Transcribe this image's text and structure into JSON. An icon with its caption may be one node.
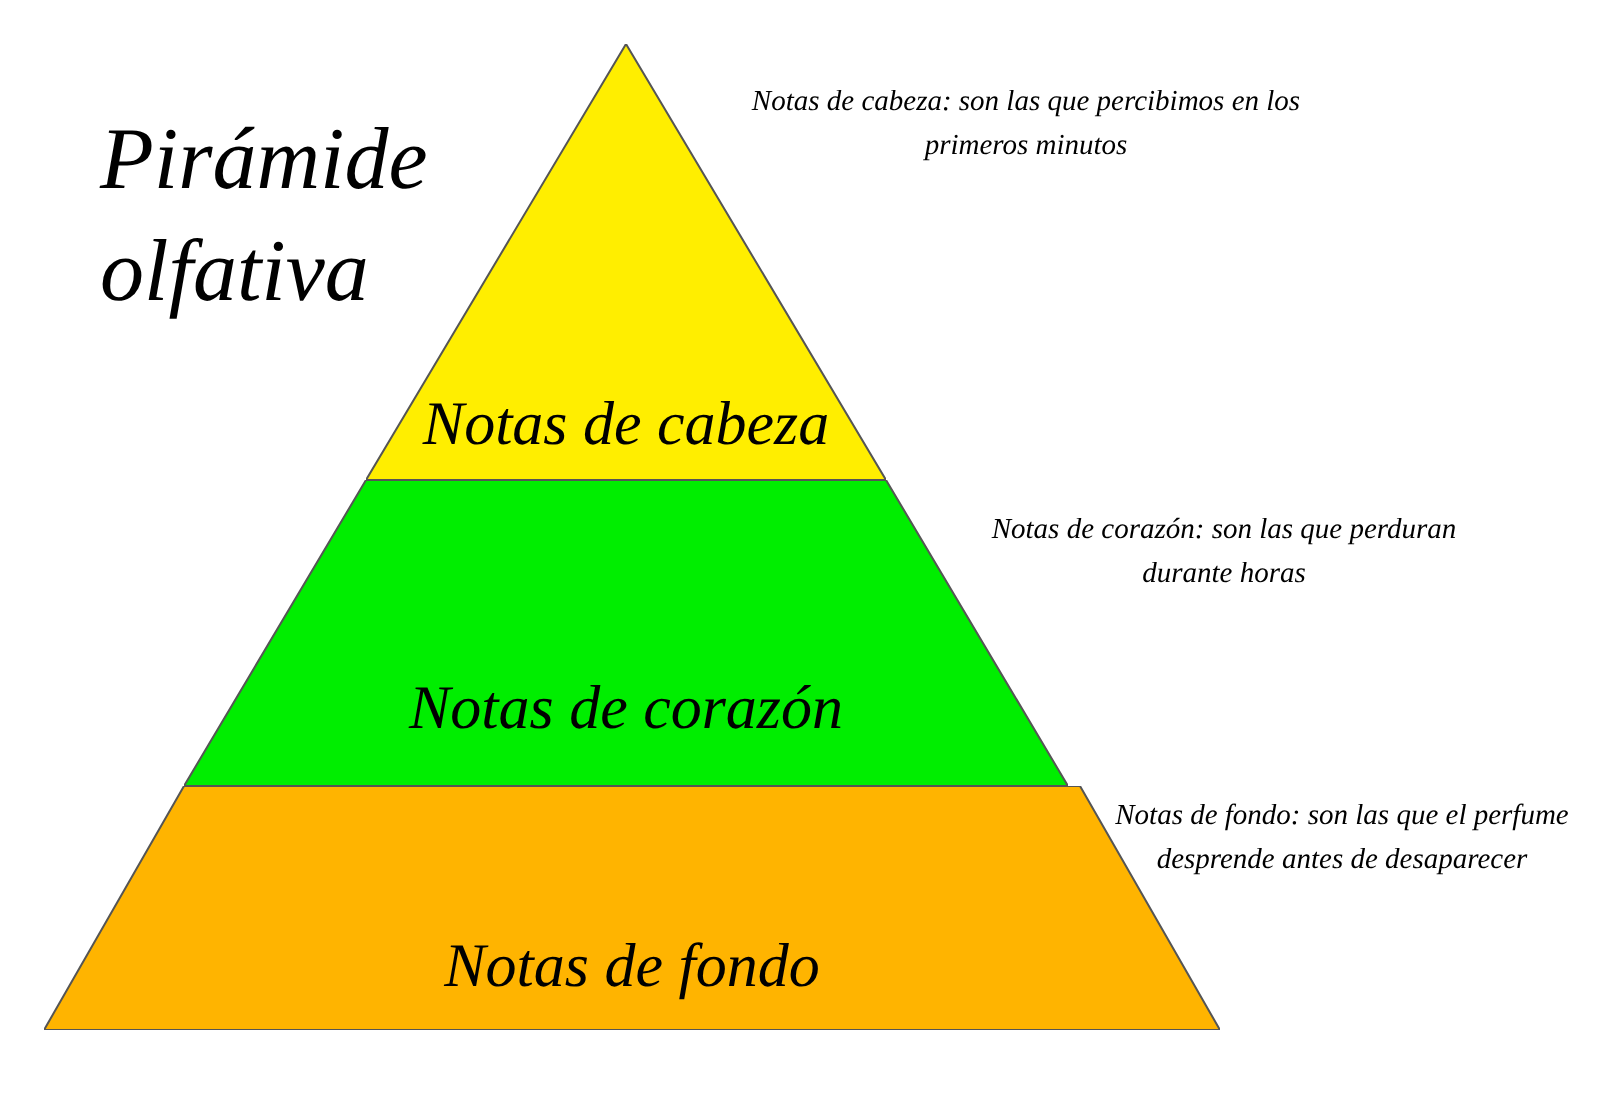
{
  "diagram": {
    "title": "Pirámide olfativa",
    "nodes": [
      {
        "text": [
          "Notas de cabeza"
        ],
        "beside": [
          "Notas de cabeza: son las que percibimos en los primeros minutos"
        ]
      },
      {
        "text": [
          "Notas de corazón"
        ],
        "beside": [
          "Notas de corazón: son las que perduran durante horas"
        ]
      },
      {
        "text": [
          "Notas de fondo"
        ],
        "beside": [
          "Notas de fondo: son las que el perfume desprende antes de desaparecer"
        ]
      }
    ],
    "edges": []
  }
}
